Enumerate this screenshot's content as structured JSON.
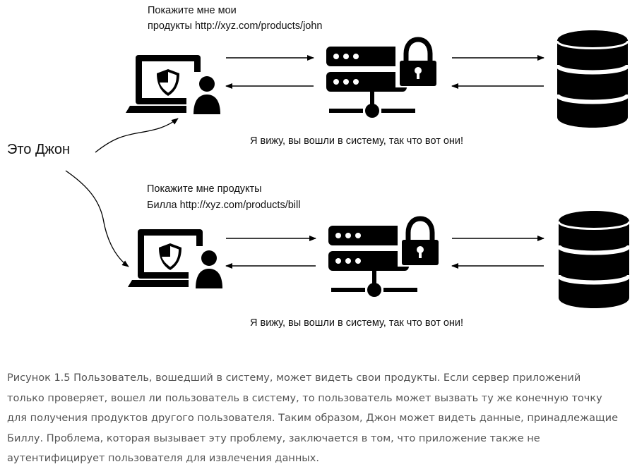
{
  "flows": [
    {
      "request_line1": "Покажите мне мои",
      "request_line2": "продукты http://xyz.com/products/john",
      "response": "Я вижу, вы вошли в систему, так что вот они!"
    },
    {
      "request_line1": "Покажите мне продукты",
      "request_line2": "Билла http://xyz.com/products/bill",
      "response": "Я вижу, вы вошли в систему, так что вот они!"
    }
  ],
  "user_label": "Это Джон",
  "icons": [
    "laptop-user-shield-icon",
    "server-lock-icon",
    "database-icon"
  ],
  "caption_lines": [
    "Рисунок 1.5 Пользователь, вошедший в систему, может видеть свои продукты. Если сервер приложений",
    "только проверяет, вошел ли пользователь в систему, то пользователь может вызвать ту же конечную точку",
    "для получения продуктов другого пользователя. Таким образом, Джон может видеть данные, принадлежащие",
    "Биллу. Проблема, которая вызывает эту проблему, заключается в том, что приложение также не",
    "аутентифицирует пользователя для извлечения данных."
  ]
}
